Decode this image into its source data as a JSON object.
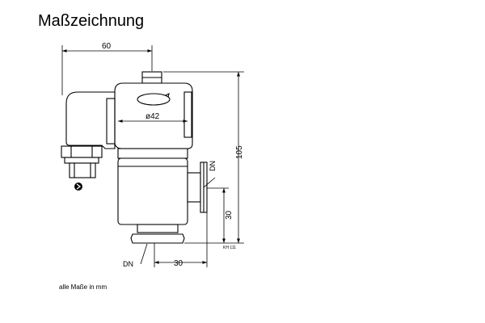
{
  "title": "Maßzeichnung",
  "dimensions": {
    "width_top": "60",
    "diameter": "ø42",
    "height_total": "105",
    "height_flange": "30",
    "offset_bottom": "30",
    "flange_side": "DN",
    "flange_bottom": "DN"
  },
  "drawing_code": "KH 111",
  "note": "alle Maße in mm",
  "colors": {
    "line": "#000000",
    "background": "#ffffff"
  }
}
